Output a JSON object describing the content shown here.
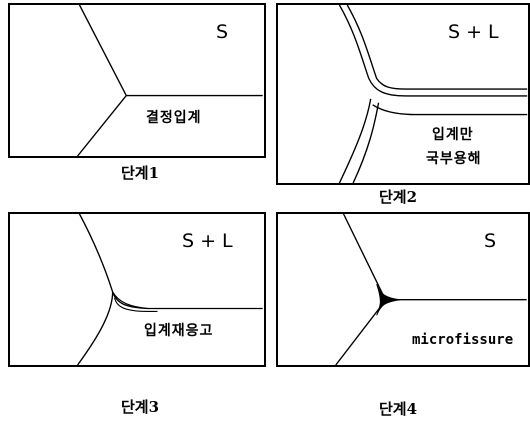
{
  "panels": [
    {
      "phase": "S",
      "label": "결정입계",
      "caption": "단계1"
    },
    {
      "phase": "S + L",
      "label_line1": "입계만",
      "label_line2": "국부용해",
      "caption": "단계2"
    },
    {
      "phase": "S + L",
      "label": "입계재응고",
      "caption": "단계3"
    },
    {
      "phase": "S",
      "label": "microfissure",
      "caption": "단계4"
    }
  ]
}
